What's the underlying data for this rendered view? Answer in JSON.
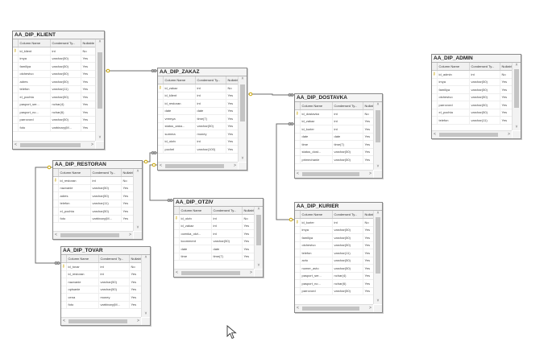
{
  "headers": [
    "Column Name",
    "Condensed Ty...",
    "Nullable"
  ],
  "tables": [
    {
      "id": "klient",
      "name": "AA_DIP_KLIENT",
      "rows": [
        [
          "id_klient",
          "int",
          "No"
        ],
        [
          "imya",
          "varchar(50)",
          "Yes"
        ],
        [
          "familiya",
          "varchar(50)",
          "Yes"
        ],
        [
          "otchestvo",
          "varchar(50)",
          "Yes"
        ],
        [
          "adres",
          "varchar(50)",
          "Yes"
        ],
        [
          "telefon",
          "varchar(11)",
          "Yes"
        ],
        [
          "el_pochta",
          "varchar(50)",
          "Yes"
        ],
        [
          "pasport_ser...",
          "nchar(4)",
          "Yes"
        ],
        [
          "pasport_no...",
          "nchar(6)",
          "Yes"
        ],
        [
          "parrovord",
          "varchar(50)",
          "Yes"
        ],
        [
          "foto",
          "varbinary(M...",
          "Yes"
        ]
      ],
      "pk": [
        0
      ]
    },
    {
      "id": "zakaz",
      "name": "AA_DIP_ZAKAZ",
      "rows": [
        [
          "id_zakaz",
          "int",
          "No"
        ],
        [
          "id_klient",
          "int",
          "Yes"
        ],
        [
          "id_restoran",
          "int",
          "Yes"
        ],
        [
          "date",
          "date",
          "Yes"
        ],
        [
          "vremya",
          "time(7)",
          "Yes"
        ],
        [
          "status_zaka...",
          "varchar(50)",
          "Yes"
        ],
        [
          "summa",
          "money",
          "Yes"
        ],
        [
          "id_otziv",
          "int",
          "Yes"
        ],
        [
          "pochel",
          "varchar(100)",
          "Yes"
        ]
      ],
      "pk": [
        0
      ]
    },
    {
      "id": "dostavka",
      "name": "AA_DIP_DOSTAVKA",
      "rows": [
        [
          "id_dostavka",
          "int",
          "No"
        ],
        [
          "id_zakaz",
          "int",
          "Yes"
        ],
        [
          "id_kurier",
          "int",
          "Yes"
        ],
        [
          "date",
          "date",
          "Yes"
        ],
        [
          "time",
          "time(7)",
          "Yes"
        ],
        [
          "status_dost...",
          "varchar(50)",
          "Yes"
        ],
        [
          "primechanie",
          "varchar(50)",
          "Yes"
        ]
      ],
      "pk": [
        0
      ]
    },
    {
      "id": "admin",
      "name": "AA_DIP_ADMIN",
      "rows": [
        [
          "id_admin",
          "int",
          "No"
        ],
        [
          "imya",
          "varchar(50)",
          "Yes"
        ],
        [
          "familiya",
          "varchar(50)",
          "Yes"
        ],
        [
          "otchestvo",
          "varchar(50)",
          "Yes"
        ],
        [
          "parrovord",
          "varchar(50)",
          "Yes"
        ],
        [
          "el_pochta",
          "varchar(50)",
          "Yes"
        ],
        [
          "telefon",
          "varchar(11)",
          "Yes"
        ]
      ],
      "pk": [
        0
      ]
    },
    {
      "id": "restoran",
      "name": "AA_DIP_RESTORAN",
      "rows": [
        [
          "id_restoran",
          "int",
          "No"
        ],
        [
          "nazvanie",
          "varchar(50)",
          "Yes"
        ],
        [
          "adres",
          "varchar(50)",
          "Yes"
        ],
        [
          "telefon",
          "varchar(11)",
          "Yes"
        ],
        [
          "el_pochta",
          "varchar(50)",
          "Yes"
        ],
        [
          "foto",
          "varbinary(M...",
          "Yes"
        ]
      ],
      "pk": [
        0
      ]
    },
    {
      "id": "otziv",
      "name": "AA_DIP_OTZIV",
      "rows": [
        [
          "id_otziv",
          "int",
          "No"
        ],
        [
          "id_zakaz",
          "int",
          "Yes"
        ],
        [
          "ocenka_otzi...",
          "int",
          "Yes"
        ],
        [
          "kcomment",
          "varchar(50)",
          "Yes"
        ],
        [
          "date",
          "date",
          "Yes"
        ],
        [
          "time",
          "time(7)",
          "Yes"
        ]
      ],
      "pk": [
        0
      ]
    },
    {
      "id": "tovar",
      "name": "AA_DIP_TOVAR",
      "rows": [
        [
          "id_tovar",
          "int",
          "No"
        ],
        [
          "id_restoran",
          "int",
          "Yes"
        ],
        [
          "nazvanie",
          "varchar(50)",
          "Yes"
        ],
        [
          "opisanie",
          "varchar(50)",
          "Yes"
        ],
        [
          "cena",
          "money",
          "Yes"
        ],
        [
          "foto",
          "varbinary(M...",
          "Yes"
        ]
      ],
      "pk": [
        0
      ]
    },
    {
      "id": "kurier",
      "name": "AA_DIP_KURIER",
      "rows": [
        [
          "id_kurier",
          "int",
          "No"
        ],
        [
          "imya",
          "varchar(50)",
          "Yes"
        ],
        [
          "familiya",
          "varchar(50)",
          "Yes"
        ],
        [
          "otchestvo",
          "varchar(50)",
          "Yes"
        ],
        [
          "telefon",
          "varchar(11)",
          "Yes"
        ],
        [
          "avto",
          "varchar(50)",
          "Yes"
        ],
        [
          "nomer_avto",
          "varchar(50)",
          "Yes"
        ],
        [
          "pasport_ser...",
          "nchar(4)",
          "Yes"
        ],
        [
          "pasport_no...",
          "nchar(6)",
          "Yes"
        ],
        [
          "parrovord",
          "varchar(50)",
          "Yes"
        ]
      ],
      "pk": [
        0
      ]
    }
  ],
  "relationships": [
    {
      "from": "zakaz",
      "to": "klient"
    },
    {
      "from": "zakaz",
      "to": "restoran"
    },
    {
      "from": "dostavka",
      "to": "zakaz"
    },
    {
      "from": "dostavka",
      "to": "kurier"
    },
    {
      "from": "otziv",
      "to": "zakaz"
    },
    {
      "from": "tovar",
      "to": "restoran"
    }
  ],
  "colors": {
    "pk_key": "#c9a400",
    "connector": "#6d6d6d",
    "border": "#8a8a8a",
    "scroll_thumb": "#c4c4c4"
  },
  "icons": {
    "pk": "key-icon",
    "cursor": "mouse-pointer-icon"
  }
}
